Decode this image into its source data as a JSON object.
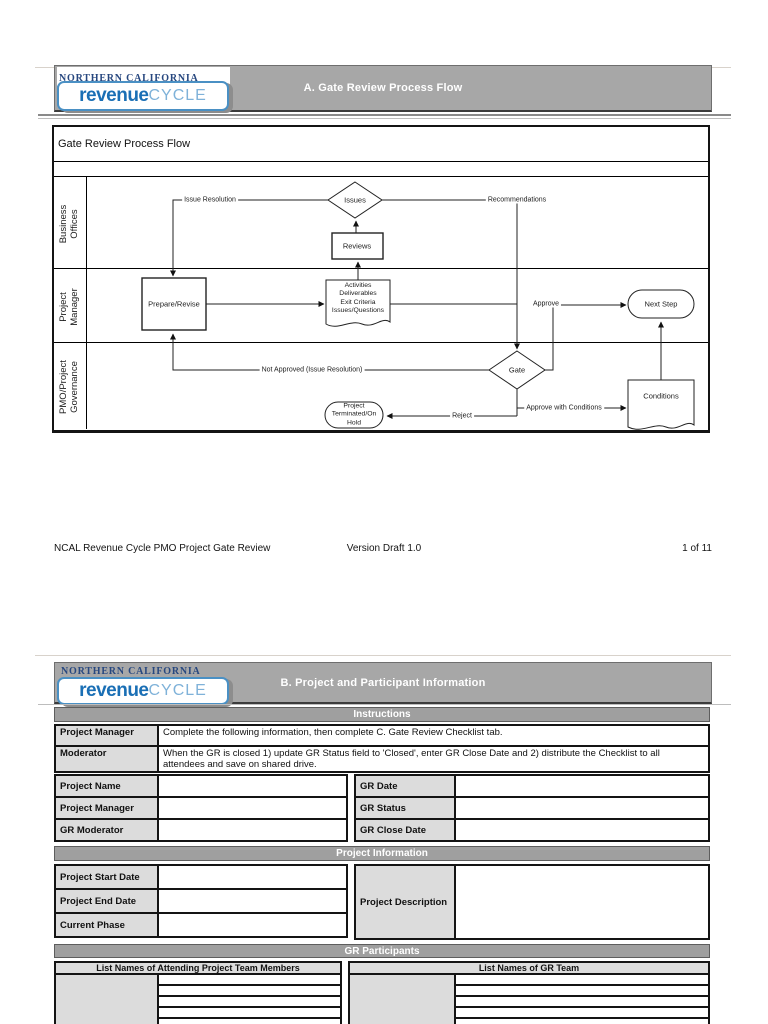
{
  "logo": {
    "region": "NORTHERN CALIFORNIA",
    "brand_bold": "revenue",
    "brand_light": "CYCLE"
  },
  "page1": {
    "banner_title": "A. Gate Review Process Flow",
    "chart_title": "Gate Review Process Flow",
    "lanes": [
      "Business\nOffices",
      "Project\nManager",
      "PMO/Project\nGovernance"
    ],
    "nodes": {
      "issues": "Issues",
      "reviews": "Reviews",
      "prepare": "Prepare/Revise",
      "activities": "Activities\nDeliverables\nExit Criteria\nIssues/Questions",
      "next_step": "Next Step",
      "gate": "Gate",
      "terminated": "Project\nTerminated/On\nHold",
      "conditions": "Conditions"
    },
    "edges": {
      "issue_resolution": "Issue Resolution",
      "recommendations": "Recommendations",
      "approve": "Approve",
      "not_approved": "Not Approved (Issue Resolution)",
      "reject": "Reject",
      "approve_with_conditions": "Approve with Conditions"
    },
    "footer": {
      "left": "NCAL Revenue Cycle PMO Project Gate Review",
      "center": "Version Draft 1.0",
      "right": "1 of 11"
    }
  },
  "page2": {
    "banner_title": "B. Project and Participant Information",
    "instructions": {
      "title": "Instructions",
      "rows": [
        {
          "label": "Project Manager",
          "text": "Complete the following information, then complete C. Gate Review Checklist tab."
        },
        {
          "label": "Moderator",
          "text": "When the GR is closed 1) update GR Status field to 'Closed', enter GR Close Date and 2) distribute the Checklist to all attendees and save on shared drive."
        }
      ]
    },
    "fields_left": [
      {
        "label": "Project Name",
        "value": ""
      },
      {
        "label": "Project Manager",
        "value": ""
      },
      {
        "label": "GR Moderator",
        "value": ""
      }
    ],
    "fields_right": [
      {
        "label": "GR Date",
        "value": ""
      },
      {
        "label": "GR Status",
        "value": ""
      },
      {
        "label": "GR Close Date",
        "value": ""
      }
    ],
    "project_info": {
      "title": "Project Information",
      "left": [
        {
          "label": "Project Start Date",
          "value": ""
        },
        {
          "label": "Project End Date",
          "value": ""
        },
        {
          "label": "Current Phase",
          "value": ""
        }
      ],
      "right_label": "Project Description",
      "right_value": ""
    },
    "participants": {
      "title": "GR Participants",
      "left_header": "List Names of Attending Project Team Members",
      "right_header": "List Names of GR Team",
      "left_rows": [
        "",
        "",
        "",
        "",
        ""
      ],
      "right_rows": [
        "",
        "",
        "",
        "",
        ""
      ]
    }
  },
  "colors": {
    "banner_gray": "#a7a7a7",
    "section_bar_gray": "#9f9f9f",
    "label_cell_gray": "#dcdcdc",
    "brand_navy": "#27477f",
    "brand_blue": "#1a6fb5",
    "brand_light_blue": "#7fb2d9"
  }
}
